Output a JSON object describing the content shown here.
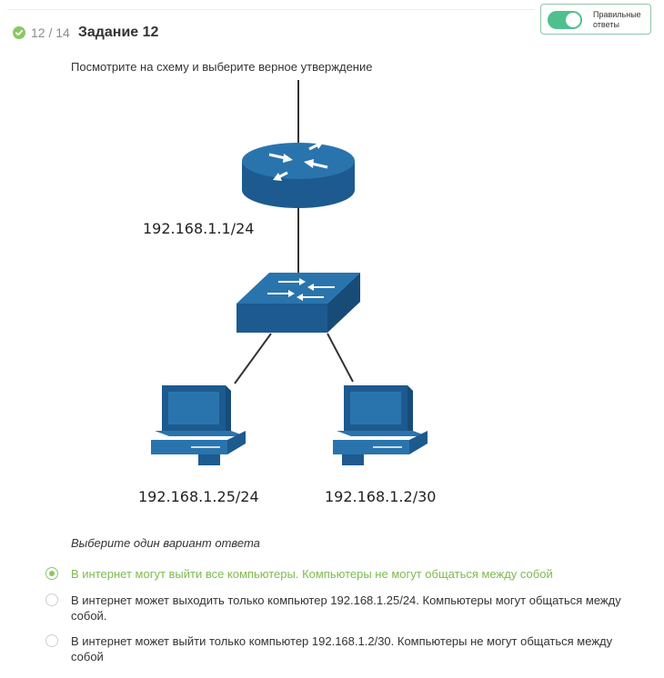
{
  "header": {
    "counter": "12 / 14",
    "title": "Задание 12"
  },
  "toggle": {
    "label": "Правильные ответы",
    "checked": true,
    "color": "#4fc08d"
  },
  "question": "Посмотрите на схему и выберите верное утверждение",
  "figure": {
    "router_ip": "192.168.1.1/24",
    "pc1_ip": "192.168.1.25/24",
    "pc2_ip": "192.168.1.2/30",
    "device_color": "#1c5a8f"
  },
  "hint": "Выберите один вариант ответа",
  "options": [
    {
      "text": "В интернет могут выйти все компьютеры. Компьютеры не могут общаться между собой",
      "selected": true
    },
    {
      "text": "В интернет может выходить только компьютер 192.168.1.25/24. Компьютеры могут общаться между собой.",
      "selected": false
    },
    {
      "text": "В интернет может выйти только компьютер 192.168.1.2/30. Компьютеры не могут общаться между собой",
      "selected": false
    }
  ],
  "colors": {
    "accent": "#8cc665",
    "correct_text": "#7dbb4f"
  }
}
